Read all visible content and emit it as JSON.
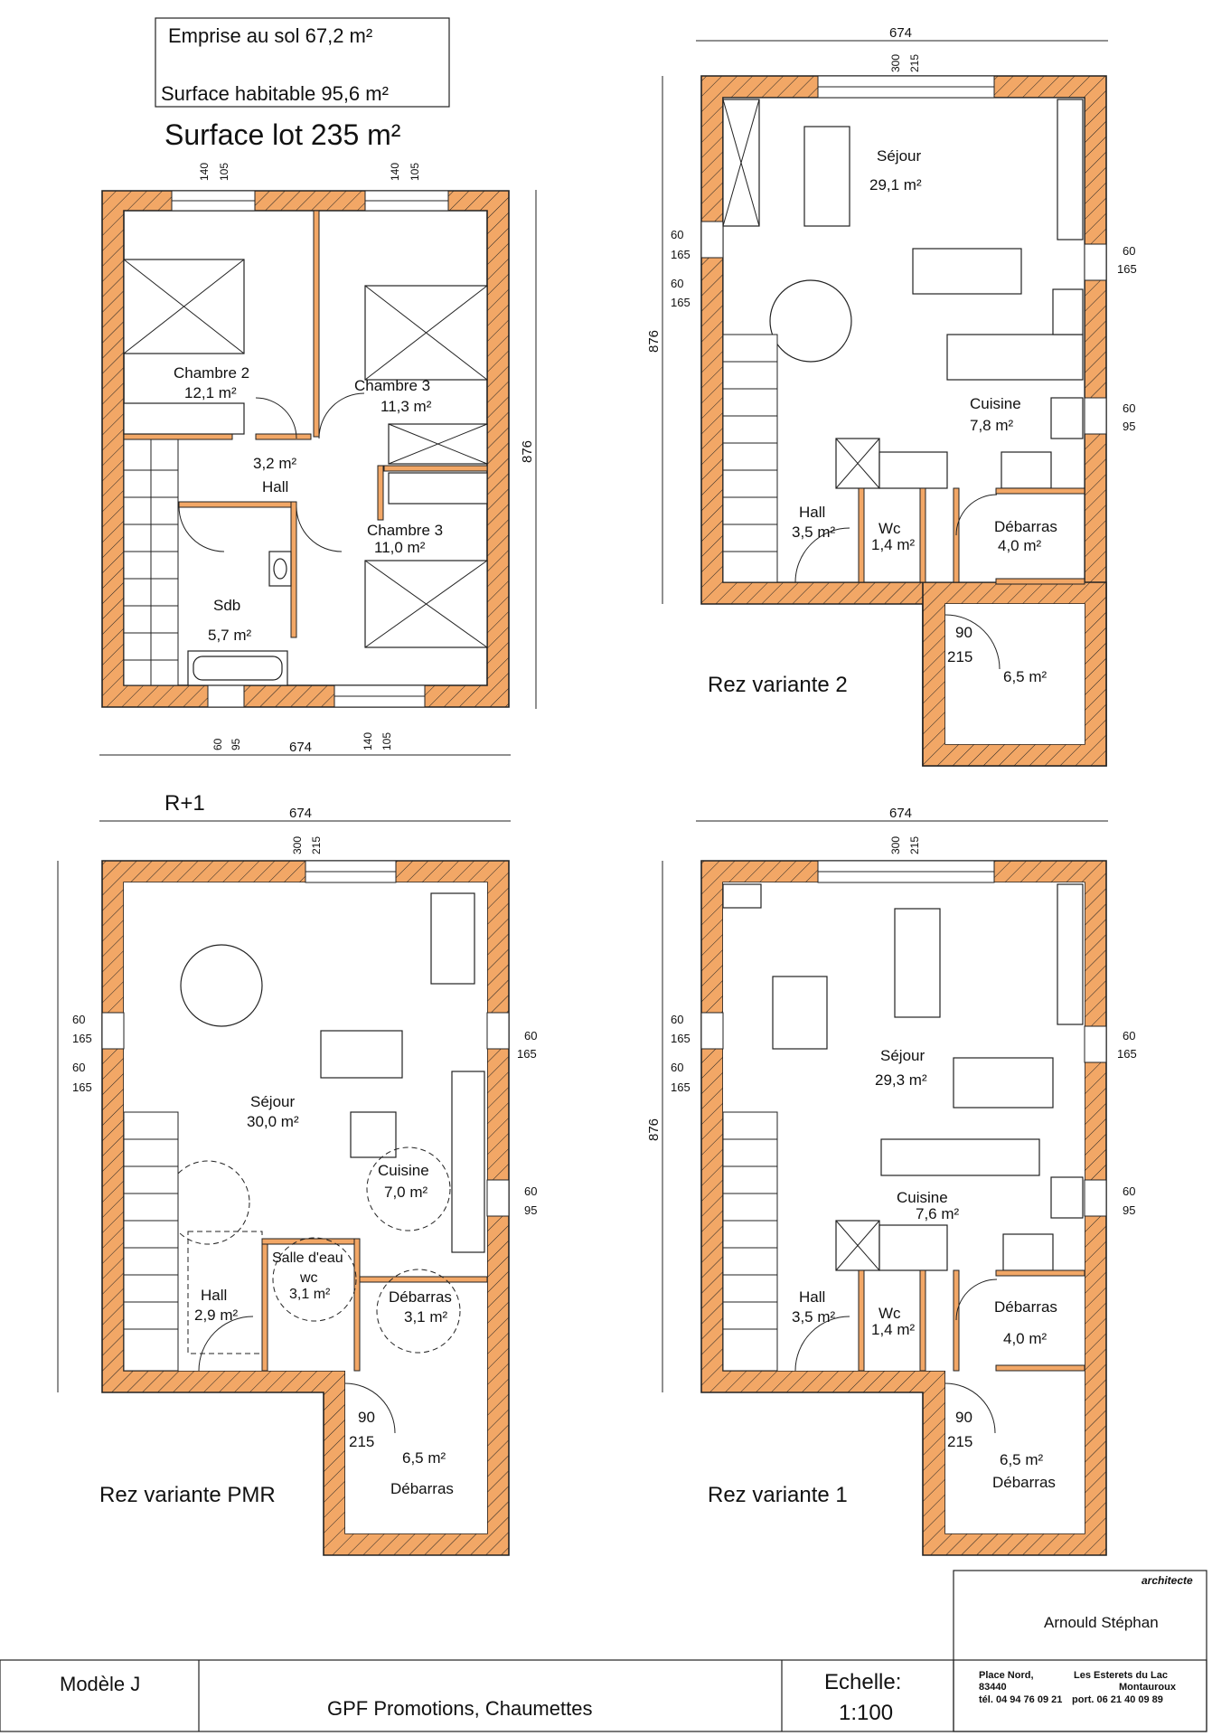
{
  "summary": {
    "emprise": "Emprise au sol  67,2 m²",
    "surface_habitable": "Surface habitable 95,6 m²",
    "surface_lot": "Surface lot 235 m²"
  },
  "plan_etage": {
    "rooms": {
      "chambre2_name": "Chambre 2",
      "chambre2_area": "12,1 m²",
      "chambre3a_name": "Chambre 3",
      "chambre3a_area": "11,3 m²",
      "chambre3b_name": "Chambre 3",
      "chambre3b_area": "11,0 m²",
      "hall_area": "3,2 m²",
      "hall_name": "Hall",
      "sdb_name": "Sdb",
      "sdb_area": "5,7 m²"
    },
    "dims": {
      "width": "674",
      "height": "876",
      "w140": "140",
      "w105": "105",
      "w60": "60",
      "w95": "95"
    }
  },
  "plan_v2": {
    "label": "Rez variante 2",
    "rooms": {
      "sejour_name": "Séjour",
      "sejour_area": "29,1 m²",
      "cuisine_name": "Cuisine",
      "cuisine_area": "7,8 m²",
      "hall_name": "Hall",
      "hall_area": "3,5 m²",
      "wc_name": "Wc",
      "wc_area": "1,4 m²",
      "debarras_name": "Débarras",
      "debarras_area": "4,0 m²",
      "annexe_area": "6,5 m²"
    },
    "dims": {
      "width": "674",
      "height": "876",
      "w300": "300",
      "w215": "215",
      "w60": "60",
      "w165": "165",
      "w95": "95",
      "w90": "90"
    }
  },
  "plan_pmr": {
    "label": "Rez variante PMR",
    "level": "R+1",
    "rooms": {
      "sejour_name": "Séjour",
      "sejour_area": "30,0 m²",
      "cuisine_name": "Cuisine",
      "cuisine_area": "7,0 m²",
      "salle_eau_name": "Salle d'eau",
      "wc_name": "wc",
      "salle_eau_area": "3,1 m²",
      "hall_name": "Hall",
      "hall_area": "2,9 m²",
      "debarras_name": "Débarras",
      "debarras_area": "3,1 m²",
      "annexe_area": "6,5 m²",
      "annexe_name": "Débarras"
    },
    "dims": {
      "width": "674",
      "w300": "300",
      "w215": "215",
      "w60": "60",
      "w165": "165",
      "w95": "95",
      "w90": "90"
    }
  },
  "plan_v1": {
    "label": "Rez variante 1",
    "rooms": {
      "sejour_name": "Séjour",
      "sejour_area": "29,3 m²",
      "cuisine_name": "Cuisine",
      "cuisine_area": "7,6 m²",
      "hall_name": "Hall",
      "hall_area": "3,5 m²",
      "wc_name": "Wc",
      "wc_area": "1,4 m²",
      "debarras_name": "Débarras",
      "debarras_area": "4,0 m²",
      "annexe_area": "6,5 m²",
      "annexe_name": "Débarras"
    },
    "dims": {
      "width": "674",
      "height": "876",
      "w300": "300",
      "w215": "215",
      "w60": "60",
      "w165": "165",
      "w95": "95",
      "w90": "90"
    }
  },
  "cartouche": {
    "modele": "Modèle J",
    "projet": "GPF Promotions, Chaumettes",
    "echelle_label": "Echelle:",
    "echelle_value": "1:100",
    "role": "architecte",
    "architecte": "Arnould Stéphan",
    "addr1": "Place Nord,",
    "addr2": "83440",
    "tel": "tél. 04 94 76 09 21",
    "addr3": "Les Esterets du Lac",
    "addr4": "Montauroux",
    "port": "port. 06 21 40 09 89"
  }
}
